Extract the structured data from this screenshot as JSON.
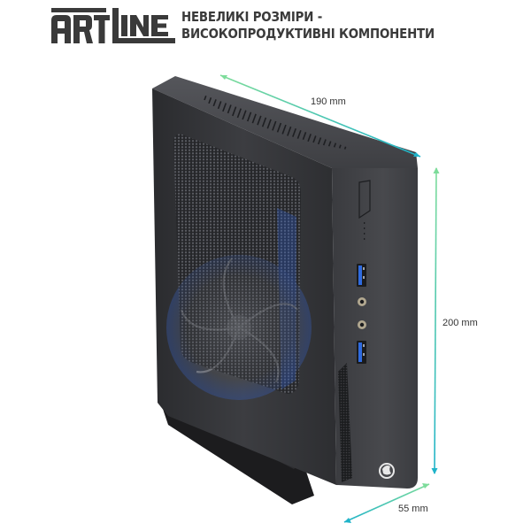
{
  "brand": {
    "logo_text": "ARTLINE",
    "logo_color": "#3a3a3a"
  },
  "tagline": {
    "line1": "НЕВЕЛИКІ РОЗМІРИ -",
    "line2": "ВИСОКОПРОДУКТИВНІ КОМПОНЕНТИ",
    "color": "#3a3a3a"
  },
  "product": {
    "name": "Mini-ITX PC case (black, with stand)",
    "front_ports": [
      "usb-3.0-port",
      "audio-out-jack",
      "mic-in-jack",
      "usb-3.0-port"
    ],
    "front_logo_icon": "lion-head-emblem-icon",
    "colors": {
      "case_body": "#2f3033",
      "case_side": "#3a3b3f",
      "case_top": "#4a4b50",
      "fan_accent": "#2c5fd6"
    }
  },
  "dimensions": {
    "length": "190 mm",
    "height": "200 mm",
    "width": "55 mm",
    "arrow_colors": {
      "start": "#7ddc9a",
      "end": "#1fb3c9"
    }
  }
}
